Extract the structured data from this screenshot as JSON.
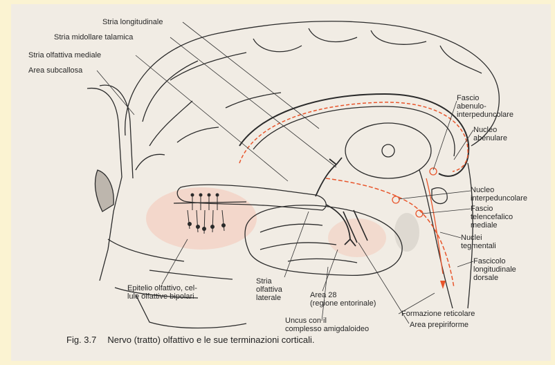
{
  "labels": {
    "stria_longitudinale": "Stria longitudinale",
    "stria_midollare_talamica": "Stria midollare talamica",
    "stria_olfattiva_mediale": "Stria olfattiva mediale",
    "area_subcallosa": "Area subcallosa",
    "fascio_abenulo": [
      "Fascio",
      "abenulo-",
      "interpeduncolare"
    ],
    "nucleo_abenulare": [
      "Nucleo",
      "abenulare"
    ],
    "nucleo_interpeduncolare": [
      "Nucleo",
      "interpeduncolare"
    ],
    "fascio_telencefalico": [
      "Fascio",
      "telencefalico",
      "mediale"
    ],
    "nuclei_tegmentali": [
      "Nuclei",
      "tegmentali"
    ],
    "fascicolo_longitudinale": [
      "Fascicolo",
      "longitudinale",
      "dorsale"
    ],
    "epitelio_olfattivo": [
      "Epitelio olfattivo, cel-",
      "lule olfattive bipolari"
    ],
    "stria_olfattiva_laterale": [
      "Stria",
      "olfattiva",
      "laterale"
    ],
    "area_28": [
      "Area 28",
      "(regione entorinale)"
    ],
    "formazione_reticolare": "Formazione reticolare",
    "uncus": [
      "Uncus con il",
      "complesso amigdaloideo"
    ],
    "area_prepiriforme": "Area prepiriforme"
  },
  "caption": {
    "number": "Fig.  3.7",
    "text": "Nervo (tratto) olfattivo e le sue terminazioni corticali."
  },
  "colors": {
    "background": "#fbf3d2",
    "page": "#f1ece4",
    "line": "#2a2a2a",
    "pathway": "#e8542a",
    "shading": "#f4cfc0"
  }
}
